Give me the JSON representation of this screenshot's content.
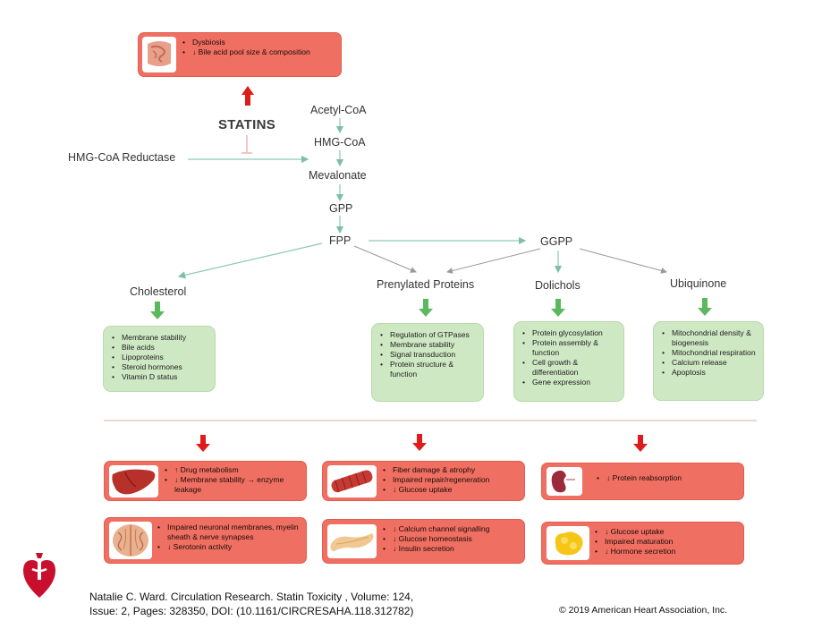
{
  "top_box": {
    "items": [
      "Dysbiosis",
      "↓ Bile acid pool size & composition"
    ]
  },
  "statins": "STATINS",
  "reductase": "HMG-CoA Reductase",
  "pathway": {
    "acetyl": "Acetyl-CoA",
    "hmg": "HMG-CoA",
    "mevalonate": "Mevalonate",
    "gpp": "GPP",
    "fpp": "FPP",
    "ggpp": "GGPP"
  },
  "branches": {
    "cholesterol": {
      "label": "Cholesterol",
      "items": [
        "Membrane stability",
        "Bile acids",
        "Lipoproteins",
        "Steroid hormones",
        "Vitamin D status"
      ]
    },
    "prenylated": {
      "label": "Prenylated Proteins",
      "items": [
        "Regulation of GTPases",
        "Membrane stability",
        "Signal transduction",
        "Protein structure & function"
      ]
    },
    "dolichols": {
      "label": "Dolichols",
      "items": [
        "Protein glycosylation",
        "Protein assembly & function",
        "Cell growth & differentiation",
        "Gene expression"
      ]
    },
    "ubiquinone": {
      "label": "Ubiquinone",
      "items": [
        "Mitochondrial density & biogenesis",
        "Mitochondrial respiration",
        "Calcium release",
        "Apoptosis"
      ]
    }
  },
  "effects": {
    "liver": [
      "↑ Drug metabolism",
      "↓ Membrane stability → enzyme leakage"
    ],
    "muscle": [
      "Fiber damage & atrophy",
      "Impaired repair/regeneration",
      "↓ Glucose uptake"
    ],
    "kidney": [
      "↓ Protein reabsorption"
    ],
    "brain": [
      "Impaired neuronal membranes, myelin sheath & nerve synapses",
      "↓ Serotonin activity"
    ],
    "pancreas": [
      "↓ Calcium channel signalling",
      "↓ Glucose homeostasis",
      "↓ Insulin secretion"
    ],
    "adipose": [
      "↓ Glucose uptake",
      "Impaired maturation",
      "↓ Hormone secretion"
    ]
  },
  "caption_line1": "Natalie C. Ward. Circulation Research. Statin Toxicity , Volume: 124,",
  "caption_line2": "Issue: 2, Pages: 328350, DOI: (10.1161/CIRCRESAHA.118.312782)",
  "copyright": "© 2019 American Heart Association, Inc.",
  "icons": [
    "intestine-icon",
    "liver-icon",
    "muscle-icon",
    "kidney-icon",
    "brain-icon",
    "pancreas-icon",
    "adipose-icon",
    "aha-logo-icon"
  ],
  "colors": {
    "green_box": "#cfe8c4",
    "red_box": "#ef7062",
    "green_arrow": "#5cb85c",
    "red_arrow": "#e01b1b",
    "line": "#8fc9b4"
  }
}
